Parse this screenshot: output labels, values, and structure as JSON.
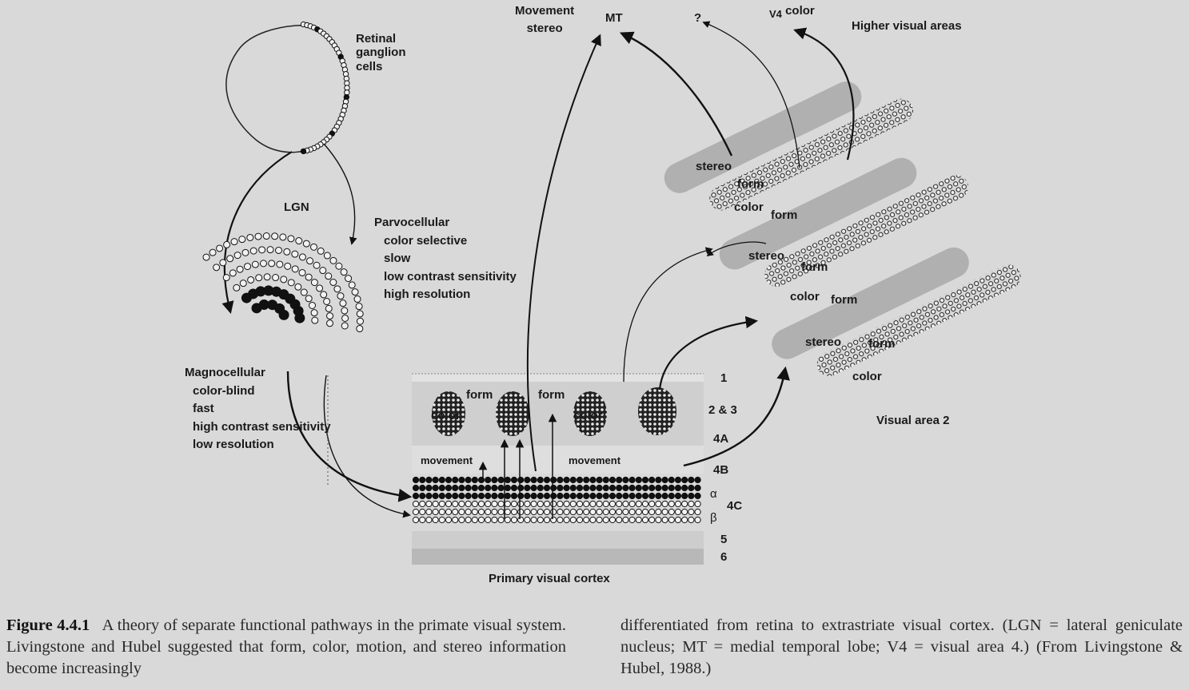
{
  "retina": {
    "label_lines": [
      "Retinal",
      "ganglion",
      "cells"
    ]
  },
  "lgn": {
    "label": "LGN",
    "parvo_lines": [
      "Parvocellular",
      "color selective",
      "slow",
      "low contrast sensitivity",
      "high resolution"
    ],
    "magno_lines": [
      "Magnocellular",
      "color-blind",
      "fast",
      "high contrast sensitivity",
      "low resolution"
    ]
  },
  "v1": {
    "title": "Primary visual cortex",
    "layers": {
      "l1": "1",
      "l23": "2 & 3",
      "l4a": "4A",
      "l4b": "4B",
      "l4c": "4C",
      "alpha": "α",
      "beta": "β",
      "l5": "5",
      "l6": "6"
    },
    "blob_labels": {
      "color_left": "color",
      "form_left": "form",
      "form_mid": "form",
      "color_right": "color"
    },
    "movement_left": "movement",
    "movement_right": "movement"
  },
  "higher": {
    "movement_lines": [
      "Movement",
      "stereo"
    ],
    "mt": "MT",
    "question": "?",
    "v4_prefix": "V4",
    "v4_suffix": "color",
    "title": "Higher visual areas"
  },
  "v2": {
    "title": "Visual area 2",
    "stripes": [
      {
        "stereo": "stereo",
        "form_a": "form",
        "color": "color",
        "form_b": "form"
      },
      {
        "stereo": "stereo",
        "form_a": "form",
        "color": "color",
        "form_b": "form"
      },
      {
        "stereo": "stereo",
        "form_a": "form",
        "color": "color"
      }
    ]
  },
  "caption": {
    "figure_label": "Figure 4.4.1",
    "left_text": "A theory of separate functional pathways in the primate visual system. Livingstone and Hubel suggested that form, color, motion, and stereo information become increasingly",
    "right_text": "differentiated from retina to extrastriate visual cortex. (LGN = lateral geniculate nucleus; MT = medial temporal lobe; V4 = visual area 4.) (From Livingstone & Hubel, 1988.)"
  }
}
